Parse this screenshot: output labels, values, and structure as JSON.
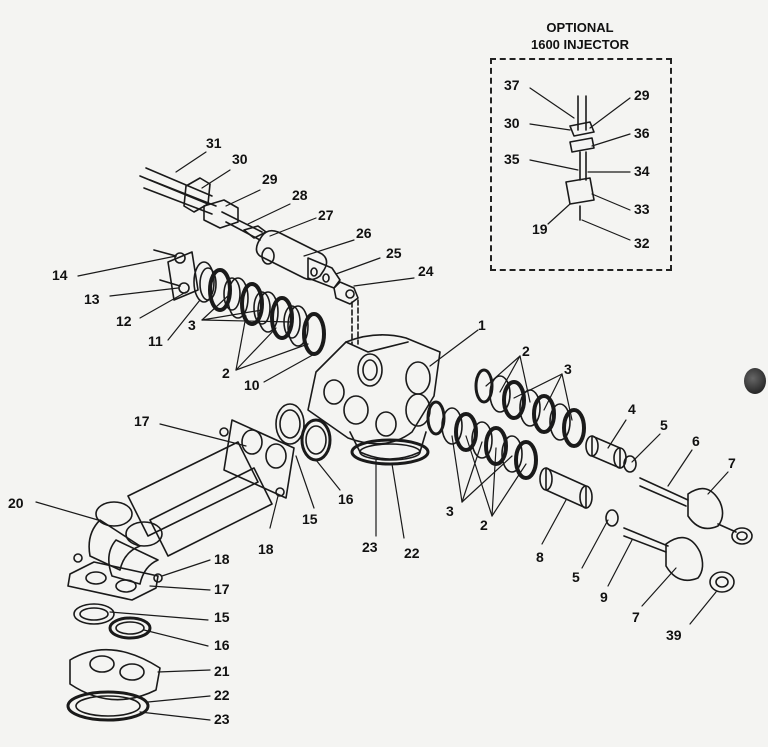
{
  "inset": {
    "title_line1": "OPTIONAL",
    "title_line2": "1600 INJECTOR"
  },
  "callouts": [
    {
      "id": "c31",
      "label": "31"
    },
    {
      "id": "c30a",
      "label": "30"
    },
    {
      "id": "c29a",
      "label": "29"
    },
    {
      "id": "c28",
      "label": "28"
    },
    {
      "id": "c27",
      "label": "27"
    },
    {
      "id": "c26",
      "label": "26"
    },
    {
      "id": "c25",
      "label": "25"
    },
    {
      "id": "c24",
      "label": "24"
    },
    {
      "id": "c14",
      "label": "14"
    },
    {
      "id": "c13",
      "label": "13"
    },
    {
      "id": "c12",
      "label": "12"
    },
    {
      "id": "c11",
      "label": "11"
    },
    {
      "id": "c3a",
      "label": "3"
    },
    {
      "id": "c2a",
      "label": "2"
    },
    {
      "id": "c10",
      "label": "10"
    },
    {
      "id": "c1",
      "label": "1"
    },
    {
      "id": "c2b",
      "label": "2"
    },
    {
      "id": "c3b",
      "label": "3"
    },
    {
      "id": "c4",
      "label": "4"
    },
    {
      "id": "c5a",
      "label": "5"
    },
    {
      "id": "c6",
      "label": "6"
    },
    {
      "id": "c7a",
      "label": "7"
    },
    {
      "id": "c17a",
      "label": "17"
    },
    {
      "id": "c16a",
      "label": "16"
    },
    {
      "id": "c15a",
      "label": "15"
    },
    {
      "id": "c18a",
      "label": "18"
    },
    {
      "id": "c23a",
      "label": "23"
    },
    {
      "id": "c22a",
      "label": "22"
    },
    {
      "id": "c3c",
      "label": "3"
    },
    {
      "id": "c2c",
      "label": "2"
    },
    {
      "id": "c8",
      "label": "8"
    },
    {
      "id": "c5b",
      "label": "5"
    },
    {
      "id": "c9",
      "label": "9"
    },
    {
      "id": "c7b",
      "label": "7"
    },
    {
      "id": "c39",
      "label": "39"
    },
    {
      "id": "c20",
      "label": "20"
    },
    {
      "id": "c18b",
      "label": "18"
    },
    {
      "id": "c17b",
      "label": "17"
    },
    {
      "id": "c15b",
      "label": "15"
    },
    {
      "id": "c16b",
      "label": "16"
    },
    {
      "id": "c21",
      "label": "21"
    },
    {
      "id": "c22b",
      "label": "22"
    },
    {
      "id": "c23b",
      "label": "23"
    },
    {
      "id": "c37",
      "label": "37"
    },
    {
      "id": "c29b",
      "label": "29"
    },
    {
      "id": "c30b",
      "label": "30"
    },
    {
      "id": "c36",
      "label": "36"
    },
    {
      "id": "c35",
      "label": "35"
    },
    {
      "id": "c34",
      "label": "34"
    },
    {
      "id": "c33",
      "label": "33"
    },
    {
      "id": "c19",
      "label": "19"
    },
    {
      "id": "c32",
      "label": "32"
    }
  ]
}
